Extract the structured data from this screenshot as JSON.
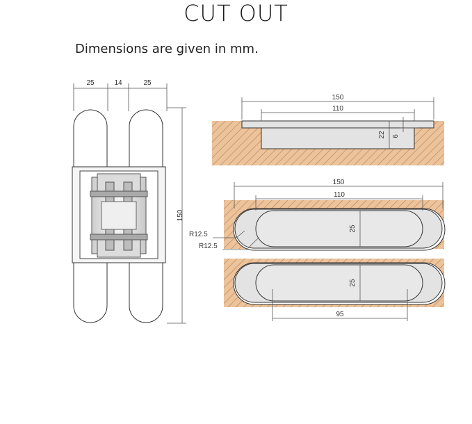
{
  "title": "CUT OUT",
  "subtitle": "Dimensions are given in mm.",
  "hinge": {
    "width_dims": [
      "25",
      "14",
      "25"
    ],
    "height_dim": "150"
  },
  "section_view": {
    "outer_dim": "150",
    "inner_dim": "110",
    "depth_dim": "22",
    "lip_dim": "6"
  },
  "top_view_1": {
    "outer_dim": "150",
    "inner_dim": "110",
    "width_dim": "25",
    "radius_outer": "R12.5",
    "radius_inner": "R12.5"
  },
  "top_view_2": {
    "width_dim": "25",
    "spacing_dim": "95"
  },
  "colors": {
    "hatch_fill": "#ecc39b",
    "hatch_line": "#b7865a",
    "pocket_fill": "#e3e3e3"
  }
}
